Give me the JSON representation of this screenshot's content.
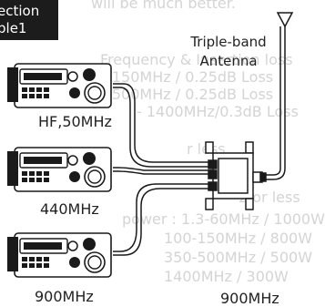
{
  "tag": {
    "line1": "ection",
    "line2": "ple1"
  },
  "antenna_label": {
    "line1": "Triple-band",
    "line2": "Antenna"
  },
  "radios": [
    {
      "label": "HF,50MHz"
    },
    {
      "label": "440MHz"
    },
    {
      "label": "900MHz"
    }
  ],
  "duplexer_label": "900MHz",
  "background_text": [
    "will be much better.",
    "Frequency & Insertion loss",
    "- 150MHz / 0.25dB Loss",
    "- 500MHz / 0.25dB Loss",
    "- 1400MHz/0.3dB Loss",
    "r less",
    "2 or less",
    "power : 1.3-60MHz / 1000W",
    "100-150MHz / 800W",
    "350-500MHz / 500W",
    "1400MHz / 300W"
  ],
  "colors": {
    "ink": "#1a1a1a",
    "panel": "#1c1c1c",
    "ghost": "#d4d4d4"
  }
}
